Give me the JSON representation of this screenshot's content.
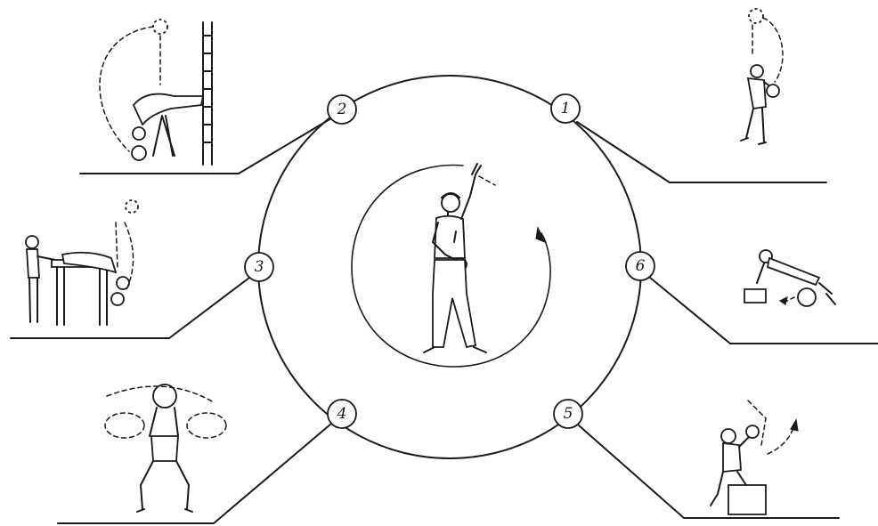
{
  "stations": [
    {
      "number": "1"
    },
    {
      "number": "2"
    },
    {
      "number": "3"
    },
    {
      "number": "4"
    },
    {
      "number": "5"
    },
    {
      "number": "6"
    }
  ]
}
